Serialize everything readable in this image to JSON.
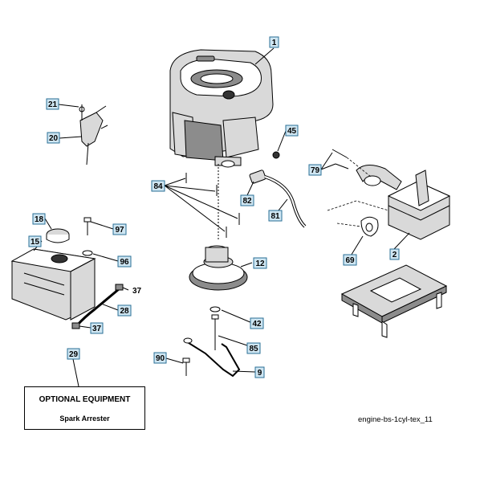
{
  "diagram": {
    "caption": "engine-bs-1cyl-tex_11",
    "optional_box": {
      "title": "OPTIONAL EQUIPMENT",
      "subtitle": "Spark Arrester"
    },
    "part_numbers": {
      "p1": "1",
      "p2": "2",
      "p9": "9",
      "p12": "12",
      "p15": "15",
      "p18": "18",
      "p20": "20",
      "p21": "21",
      "p28": "28",
      "p29": "29",
      "p37a": "37",
      "p37b": "37",
      "p42": "42",
      "p45": "45",
      "p69": "69",
      "p79": "79",
      "p81": "81",
      "p82": "82",
      "p84": "84",
      "p85": "85",
      "p90": "90",
      "p96": "96",
      "p97": "97"
    }
  }
}
